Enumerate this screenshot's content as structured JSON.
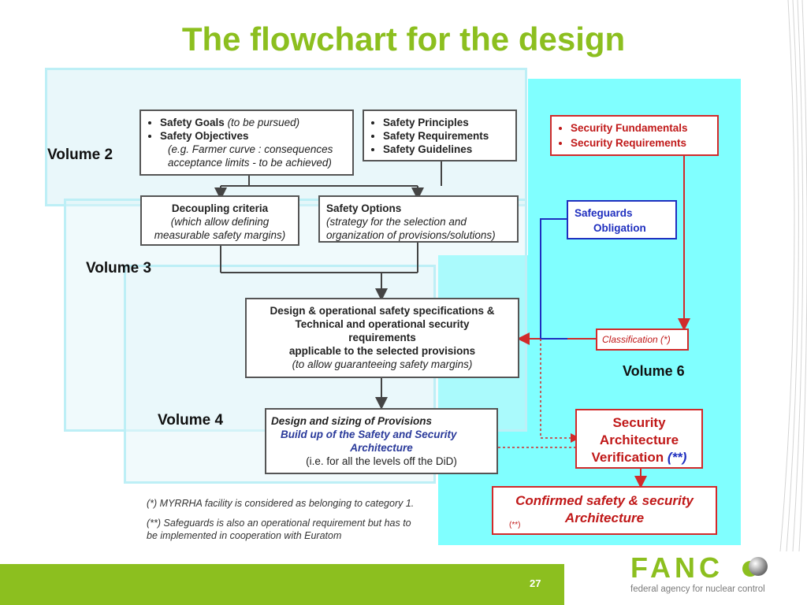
{
  "title": "The flowchart for the design",
  "volumes": {
    "v2": "Volume 2",
    "v3": "Volume 3",
    "v4": "Volume 4",
    "v6": "Volume 6"
  },
  "boxes": {
    "safety_goals": {
      "b1_main": "Safety Goals",
      "b1_note": "(to be pursued)",
      "b2": "Safety Objectives",
      "b3": "(e.g. Farmer curve : consequences",
      "b4": "acceptance limits - to be achieved)"
    },
    "safety_principles": [
      "Safety Principles",
      "Safety Requirements",
      "Safety Guidelines"
    ],
    "decoupling": {
      "l1": "Decoupling criteria",
      "l2": "(which allow defining",
      "l3": "measurable safety margins)"
    },
    "safety_options": {
      "l1": "Safety Options",
      "l2": "(strategy for the selection and",
      "l3": "organization of provisions/solutions)"
    },
    "design_specs": {
      "l1": "Design & operational safety specifications &",
      "l2": "Technical and operational security",
      "l3": "requirements",
      "l4": "applicable to the selected provisions",
      "l5": "(to allow guaranteeing safety margins)"
    },
    "design_sizing": {
      "l1": "Design and sizing of Provisions",
      "l2": "Build up of the Safety and Security",
      "l3": "Architecture",
      "l4": "(i.e. for all the levels off the DiD)"
    },
    "security": [
      "Security Fundamentals",
      "Security Requirements"
    ],
    "safeguards": {
      "l1": "Safeguards",
      "l2": "Obligation"
    },
    "classification": "Classification (*)",
    "verification": {
      "l1": "Security",
      "l2": "Architecture",
      "l3": "Verification",
      "l3_note": "(**)"
    },
    "confirmed": {
      "l1": "Confirmed safety & security",
      "l2": "Architecture",
      "note": "(**)"
    }
  },
  "footnotes": {
    "f1": "(*) MYRRHA facility is considered as belonging to category 1.",
    "f2a": "(**) Safeguards is also an operational requirement but has to",
    "f2b": "be implemented in cooperation with Euratom"
  },
  "page_number": "27",
  "logo": {
    "name": "FANC",
    "tagline": "federal agency for nuclear control"
  },
  "colors": {
    "accent_green": "#8cbf1f",
    "cyan_panel": "#80ffff",
    "red": "#d12a2a",
    "blue": "#1f2fbf"
  }
}
